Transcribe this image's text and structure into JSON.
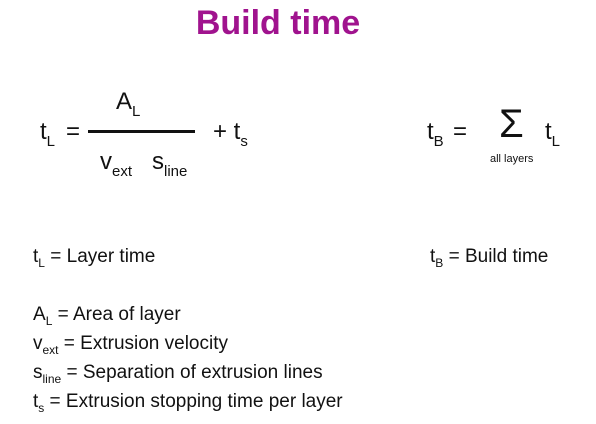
{
  "title": "Build time",
  "formula_layer": {
    "t": "t",
    "t_sub": "L",
    "equals": "=",
    "numerator": "A",
    "numerator_sub": "L",
    "denom_v": "v",
    "denom_v_sub": "ext",
    "denom_s": "s",
    "denom_s_sub": "line",
    "plus": "+ t",
    "plus_sub": "s"
  },
  "formula_build": {
    "t": "t",
    "t_sub": "B",
    "equals": "=",
    "sigma": "Σ",
    "sigma_sub": "all layers",
    "term": "t",
    "term_sub": "L"
  },
  "definitions": {
    "layer_time": {
      "sym": "t",
      "sub": "L",
      "text": " = Layer time"
    },
    "build_time": {
      "sym": "t",
      "sub": "B",
      "text": " = Build time"
    },
    "area": {
      "sym": "A",
      "sub": "L",
      "text": " = Area of layer"
    },
    "velocity": {
      "sym": "v",
      "sub": "ext",
      "text": " = Extrusion velocity"
    },
    "separation": {
      "sym": "s",
      "sub": "line",
      "text": " = Separation of extrusion lines"
    },
    "stop_time": {
      "sym": "t",
      "sub": "s",
      "text": " = Extrusion stopping time per layer"
    }
  }
}
